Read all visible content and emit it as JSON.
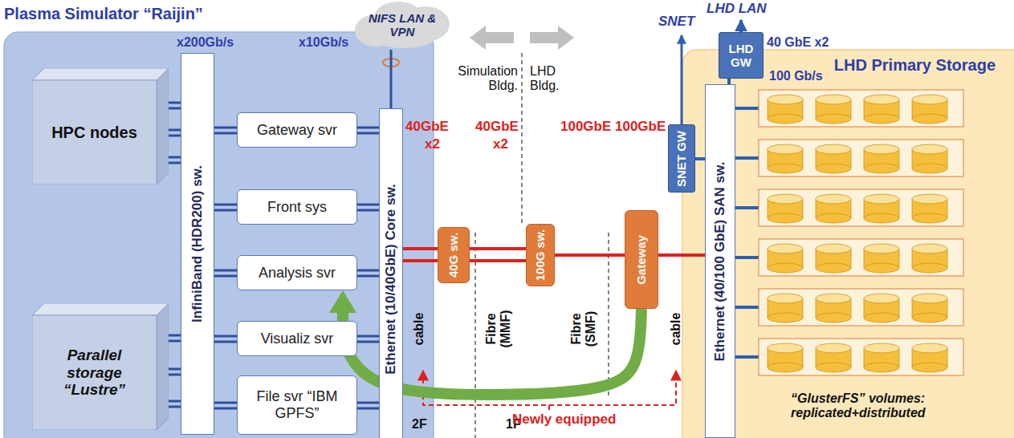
{
  "diagram": {
    "nodes": [
      {
        "text": [
          "Plasma Simulator “Raijin”"
        ]
      },
      {
        "text": [
          "HPC nodes"
        ],
        "in": 0
      },
      {
        "text": [
          "Parallel storage “Lustre”"
        ],
        "in": 0
      },
      {
        "text": [
          "InfiniBand (HDR200) sw."
        ],
        "in": 0
      },
      {
        "text": [
          "Gateway svr"
        ],
        "in": 0
      },
      {
        "text": [
          "Front sys"
        ],
        "in": 0
      },
      {
        "text": [
          "Analysis svr"
        ],
        "in": 0
      },
      {
        "text": [
          "Visualiz svr"
        ],
        "in": 0
      },
      {
        "text": [
          "File svr “IBM GPFS”"
        ],
        "in": 0
      },
      {
        "text": [
          "Ethernet (10/40GbE) Core sw."
        ],
        "in": 0
      },
      {
        "text": [
          "NIFS LAN & VPN"
        ]
      },
      {
        "text": [
          "40G sw."
        ]
      },
      {
        "text": [
          "100G sw."
        ]
      },
      {
        "text": [
          "Gateway"
        ]
      },
      {
        "text": [
          "LHD Primary Storage"
        ]
      },
      {
        "text": [
          "Ethernet (40/100 GbE) SAN sw."
        ],
        "in": 14
      },
      {
        "text": [
          "SNET GW"
        ]
      },
      {
        "text": [
          "LHD GW"
        ]
      }
    ],
    "edges": [
      {
        "from": 1,
        "to": 3,
        "arrow": "none"
      },
      {
        "from": 2,
        "to": 3,
        "arrow": "none"
      },
      {
        "from": 3,
        "to": 4,
        "arrow": "none"
      },
      {
        "from": 3,
        "to": 5,
        "arrow": "none"
      },
      {
        "from": 3,
        "to": 6,
        "arrow": "none"
      },
      {
        "from": 3,
        "to": 7,
        "arrow": "none"
      },
      {
        "from": 3,
        "to": 8,
        "arrow": "none"
      },
      {
        "from": 4,
        "to": 9,
        "arrow": "none"
      },
      {
        "from": 5,
        "to": 9,
        "arrow": "none"
      },
      {
        "from": 6,
        "to": 9,
        "arrow": "none"
      },
      {
        "from": 7,
        "to": 9,
        "arrow": "none"
      },
      {
        "from": 8,
        "to": 9,
        "arrow": "none"
      },
      {
        "from": 9,
        "to": 10,
        "arrow": "none"
      },
      {
        "from": 9,
        "to": 11,
        "arrow": "none"
      },
      {
        "from": 11,
        "to": 12,
        "arrow": "none"
      },
      {
        "from": 12,
        "to": 13,
        "arrow": "none"
      },
      {
        "from": 13,
        "to": 15,
        "arrow": "none"
      },
      {
        "from": 13,
        "to": 6,
        "arrow": "to"
      },
      {
        "from": 15,
        "to": 16,
        "arrow": "none"
      },
      {
        "from": 15,
        "to": 17,
        "arrow": "none"
      }
    ],
    "labels": [
      "x200Gb/s",
      "x10Gb/s",
      "Simulation Bldg.",
      "LHD Bldg.",
      "40GbE",
      "x2",
      "40GbE",
      "x2",
      "100GbE",
      "100GbE",
      "cable",
      "Fibre (MMF)",
      "Fibre (SMF)",
      "cable",
      "2F",
      "1F",
      "Newly equipped",
      "SNET",
      "LHD LAN",
      "40 GbE x2",
      "100 Gb/s",
      "“GlusterFS” volumes: replicated+distributed"
    ]
  }
}
